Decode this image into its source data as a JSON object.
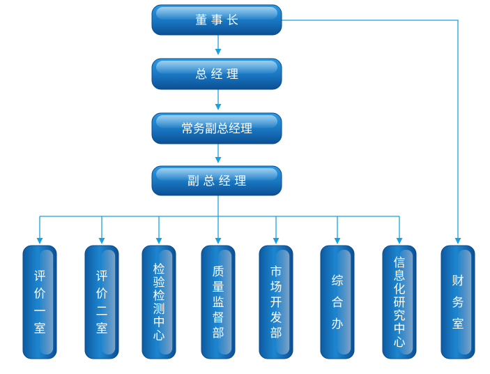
{
  "org_chart": {
    "top": [
      {
        "id": "chairman",
        "label": "董 事 长"
      },
      {
        "id": "general-manager",
        "label": "总 经 理"
      },
      {
        "id": "executive-vp",
        "label": "常务副总经理"
      },
      {
        "id": "vice-president",
        "label": "副 总 经 理"
      }
    ],
    "departments": [
      {
        "id": "eval-1",
        "label": "评价一室"
      },
      {
        "id": "eval-2",
        "label": "评价二室"
      },
      {
        "id": "testing-center",
        "label": "检验检测中心"
      },
      {
        "id": "quality-supervision",
        "label": "质量监督部"
      },
      {
        "id": "market-development",
        "label": "市场开发部"
      },
      {
        "id": "general-office",
        "label": "综合办"
      },
      {
        "id": "it-research-center",
        "label": "信息化研究中心"
      },
      {
        "id": "finance-office",
        "label": "财务室"
      }
    ]
  },
  "colors": {
    "box_dark": "#0a4f95",
    "box_mid": "#1b82cc",
    "box_light": "#3fa8ea",
    "line": "#1aa0e0",
    "text": "#ffffff"
  }
}
